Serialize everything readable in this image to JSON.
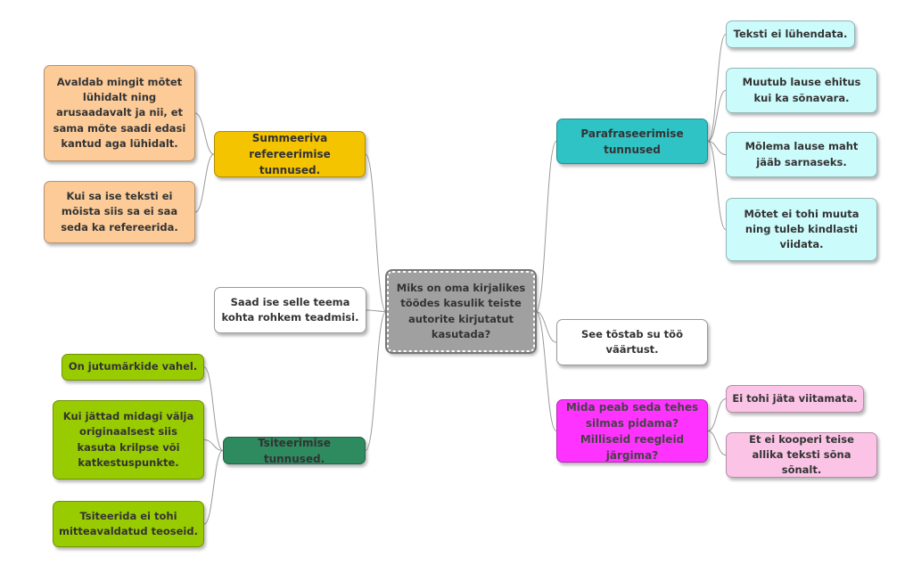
{
  "colors": {
    "center": "#a0a0a0",
    "paraphrase": "#2fc3c6",
    "paraphrase_leaf": "#ccfbfc",
    "summary": "#f5c400",
    "summary_leaf": "#fccb98",
    "quote": "#2e8a5f",
    "quote_leaf": "#99cc00",
    "rules": "#ff33ff",
    "rules_leaf": "#fbc4e6",
    "white": "#ffffff",
    "line": "#9a9a9a"
  },
  "center": {
    "text": "Miks on oma kirjalikes töödes kasulik teiste autorite kirjutatut kasutada?"
  },
  "paraphrase": {
    "title": "Parafraseerimise tunnused",
    "items": [
      "Teksti ei lühendata.",
      "Muutub lause ehitus kui ka sõnavara.",
      "Mõlema lause maht jääb sarnaseks.",
      "Mõtet ei tohi muuta ning tuleb kindlasti viidata."
    ]
  },
  "summary": {
    "title": "Summeeriva refereerimise tunnused.",
    "items": [
      "Avaldab mingit mõtet lühidalt ning arusaadavalt ja nii, et sama mõte saadi edasi kantud aga lühidalt.",
      "Kui sa ise teksti ei mõista siis sa ei saa seda ka refereerida."
    ]
  },
  "benefits": {
    "left": "Saad ise selle teema kohta rohkem teadmisi.",
    "right": "See tõstab su töö väärtust."
  },
  "quote": {
    "title": "Tsiteerimise tunnused.",
    "items": [
      "On jutumärkide vahel.",
      "Kui jättad midagi välja originaalsest siis kasuta krilpse või katkestuspunkte.",
      "Tsiteerida ei tohi mitteavaldatud teoseid."
    ]
  },
  "rules": {
    "title": "Mida peab seda tehes silmas pidama? Milliseid reegleid järgima?",
    "items": [
      "Ei tohi jäta viitamata.",
      "Et ei kooperi teise allika teksti sõna sõnalt."
    ]
  }
}
